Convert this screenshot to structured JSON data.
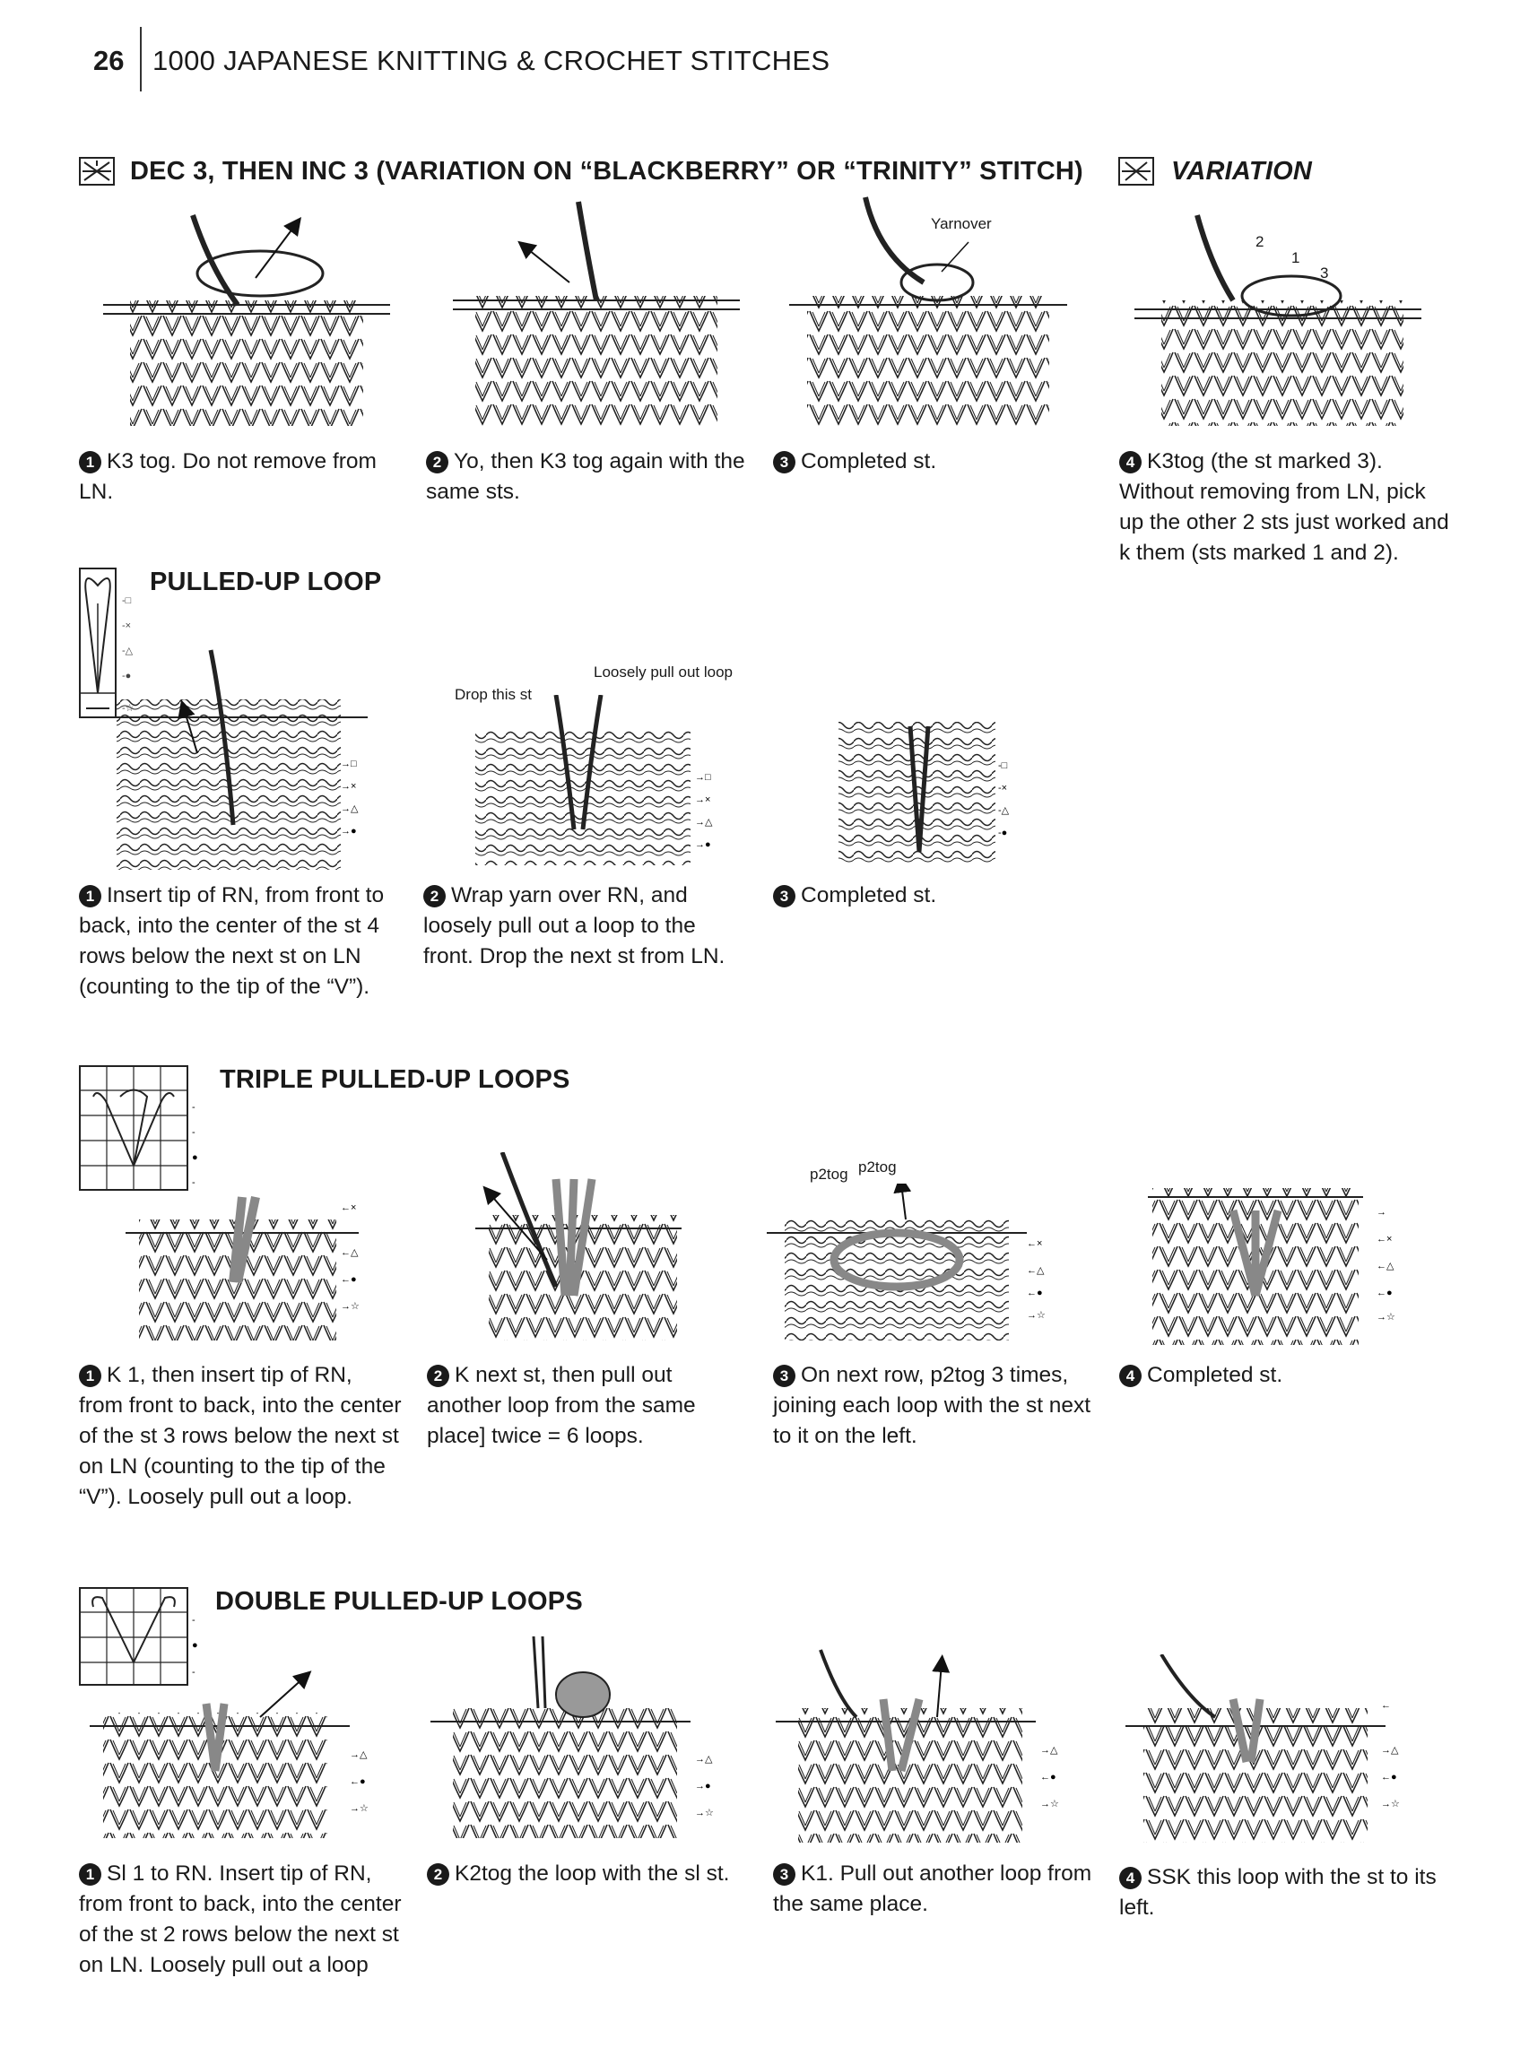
{
  "header": {
    "page_number": "26",
    "book_title": "1000 JAPANESE KNITTING & CROCHET STITCHES"
  },
  "sections": {
    "dec3": {
      "title": "DEC 3, THEN INC 3 (VARIATION ON “BLACKBERRY” OR “TRINITY” STITCH)",
      "variation_title": "VARIATION",
      "annotations": {
        "yarnover": "Yarnover",
        "n1": "1",
        "n2": "2",
        "n3": "3"
      },
      "steps": [
        {
          "num": "1",
          "text": "K3 tog. Do not remove from LN."
        },
        {
          "num": "2",
          "text": "Yo, then K3 tog again with the same sts."
        },
        {
          "num": "3",
          "text": "Completed st."
        },
        {
          "num": "4",
          "text": "K3tog (the st marked 3). Without removing from LN, pick up the other 2 sts just worked and k them (sts marked 1 and 2)."
        }
      ]
    },
    "pulled_up": {
      "title": "PULLED-UP LOOP",
      "annotations": {
        "drop": "Drop this st",
        "loosely": "Loosely pull out loop"
      },
      "steps": [
        {
          "num": "1",
          "text": "Insert tip of RN, from front to back, into the center of the st 4 rows below the next st on LN (counting to the tip of the “V”)."
        },
        {
          "num": "2",
          "text": "Wrap yarn over RN, and loosely pull out a loop to the front. Drop the next st from LN."
        },
        {
          "num": "3",
          "text": "Completed st."
        }
      ]
    },
    "triple": {
      "title": "TRIPLE PULLED-UP LOOPS",
      "annotations": {
        "p2tog_a": "p2tog",
        "p2tog_b": "p2tog"
      },
      "steps": [
        {
          "num": "1",
          "text": "K 1, then insert tip of RN, from front to back, into the center of the st 3 rows below the next st on LN (counting to the tip of the “V”). Loosely pull out a loop."
        },
        {
          "num": "2",
          "text": "K next st, then pull out another loop from the same place] twice = 6 loops."
        },
        {
          "num": "3",
          "text": "On next row, p2tog 3 times, joining each loop with the st next to it on the left."
        },
        {
          "num": "4",
          "text": "Completed st."
        }
      ]
    },
    "double": {
      "title": "DOUBLE PULLED-UP LOOPS",
      "steps": [
        {
          "num": "1",
          "text": "Sl 1 to RN. Insert tip of RN, from front to back, into the center of the st 2 rows below the next st on LN. Loosely pull out a loop"
        },
        {
          "num": "2",
          "text": "K2tog the loop with the sl st."
        },
        {
          "num": "3",
          "text": "K1. Pull out another loop from the same place."
        },
        {
          "num": "4",
          "text": "SSK this loop with the st to its left."
        }
      ]
    }
  }
}
